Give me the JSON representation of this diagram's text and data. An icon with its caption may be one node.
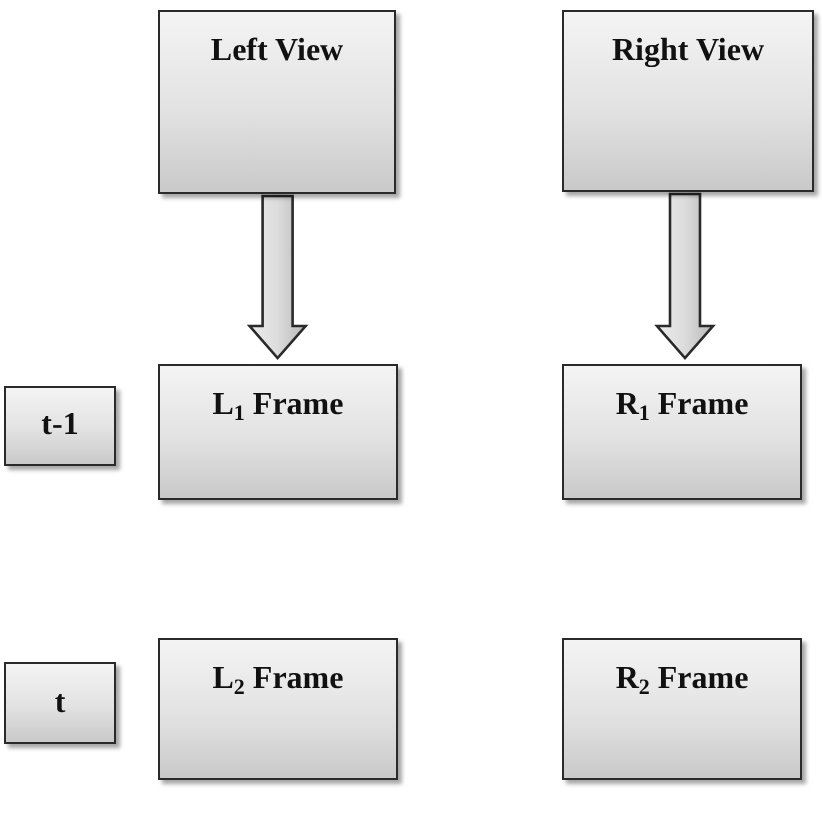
{
  "diagram": {
    "nodes": [
      {
        "text": [
          "Left View"
        ]
      },
      {
        "text": [
          "Right View"
        ]
      },
      {
        "text": [
          "t-1"
        ]
      },
      {
        "text": [
          "L$_{1}$ Frame"
        ]
      },
      {
        "text": [
          "R$_{1}$ Frame"
        ]
      },
      {
        "text": [
          "t"
        ]
      },
      {
        "text": [
          "L$_{2}$ Frame"
        ]
      },
      {
        "text": [
          "R$_{2}$ Frame"
        ]
      }
    ],
    "edges": [
      {
        "from": 0,
        "to": 3,
        "arrow": "to"
      },
      {
        "from": 1,
        "to": 4,
        "arrow": "to"
      }
    ]
  }
}
